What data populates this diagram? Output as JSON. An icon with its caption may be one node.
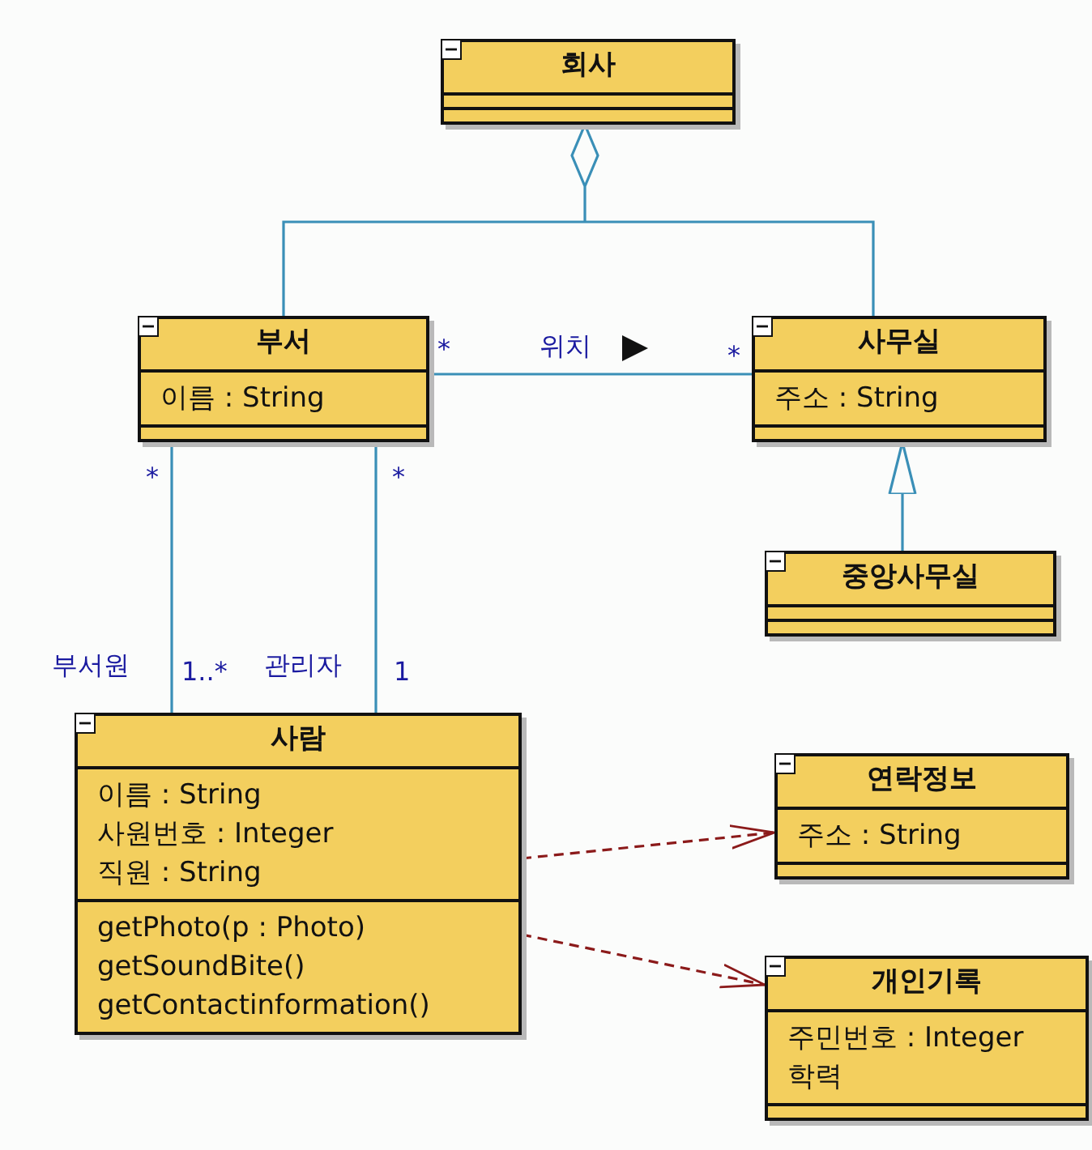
{
  "diagram": {
    "nodes": [
      {
        "text": [
          "회사"
        ]
      },
      {
        "text": [
          "부서",
          "이름 : String"
        ]
      },
      {
        "text": [
          "사무실",
          "주소 : String"
        ]
      },
      {
        "text": [
          "중앙사무실"
        ]
      },
      {
        "text": [
          "사람",
          "이름 : String",
          "사원번호 : Integer",
          "직원 : String",
          "getPhoto(p : Photo)",
          "getSoundBite()",
          "getContactinformation()"
        ]
      },
      {
        "text": [
          "연락정보",
          "주소 : String"
        ]
      },
      {
        "text": [
          "개인기록",
          "주민번호 : Integer",
          "학력"
        ]
      }
    ],
    "edges": [
      {
        "from": 1,
        "to": 0,
        "arrow": "other"
      },
      {
        "from": 2,
        "to": 0,
        "arrow": "other"
      },
      {
        "from": 1,
        "to": 2,
        "arrow": "none",
        "label": "위치"
      },
      {
        "from": 3,
        "to": 2,
        "arrow": "to"
      },
      {
        "from": 4,
        "to": 1,
        "arrow": "none"
      },
      {
        "from": 4,
        "to": 1,
        "arrow": "none"
      },
      {
        "from": 4,
        "to": 5,
        "arrow": "to",
        "style": "dashed",
        "color": "#8b1a1a"
      },
      {
        "from": 4,
        "to": 6,
        "arrow": "to",
        "style": "dashed",
        "color": "#8b1a1a"
      }
    ],
    "labels": [
      "*",
      "*",
      "*",
      "*",
      "부서원",
      "1..*",
      "관리자",
      "1"
    ]
  }
}
